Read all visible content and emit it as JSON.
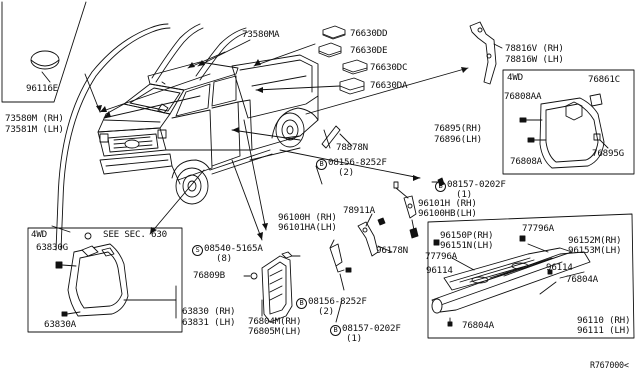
{
  "labels": {
    "p96116E": "96116E",
    "p73580M": "73580M (RH)",
    "p73581M": "73581M (LH)",
    "p73580MA": "73580MA",
    "p76630DD": "76630DD",
    "p76630DE": "76630DE",
    "p76630DC": "76630DC",
    "p76630DA": "76630DA",
    "p78816V": "78816V (RH)",
    "p78816W": "78816W (LH)",
    "p4wd_right": "4WD",
    "p76861C": "76861C",
    "p76808AA": "76808AA",
    "p76895": "76895(RH)",
    "p76896": "76896(LH)",
    "p76895G": "76895G",
    "p76808A": "76808A",
    "p78878N": "78878N",
    "p08156_top": "08156-8252F",
    "p08156_top_qty": "(2)",
    "p08157_top": "08157-0202F",
    "p08157_top_qty": "(1)",
    "p96101H": "96101H (RH)",
    "p96100HB": "96100HB(LH)",
    "p78911A": "78911A",
    "p96100H": "96100H (RH)",
    "p96101HA": "96101HA(LH)",
    "p96178N": "96178N",
    "p08540": "08540-5165A",
    "p08540_qty": "(8)",
    "p76809B": "76809B",
    "p08156_bot": "08156-8252F",
    "p08156_bot_qty": "(2)",
    "p76804M": "76804M(RH)",
    "p76805M": "76805M(LH)",
    "p08157_bot": "08157-0202F",
    "p08157_bot_qty": "(1)",
    "p4wd_left": "4WD",
    "p63830G": "63830G",
    "p_seesec": "SEE SEC. 630",
    "p63830": "63830 (RH)",
    "p63831": "63831 (LH)",
    "p63830A": "63830A",
    "p77796A_1": "77796A",
    "p96150P": "96150P(RH)",
    "p96151N": "96151N(LH)",
    "p96152M": "96152M(RH)",
    "p96153M": "96153M(LH)",
    "p77796A_2": "77796A",
    "p96114_1": "96114",
    "p96114_2": "96114",
    "p76804A_1": "76804A",
    "p76804A_2": "76804A",
    "p96110": "96110 (RH)",
    "p96111": "96111 (LH)",
    "p_code": "R767000<"
  },
  "circled": {
    "b": "B",
    "s": "S"
  }
}
